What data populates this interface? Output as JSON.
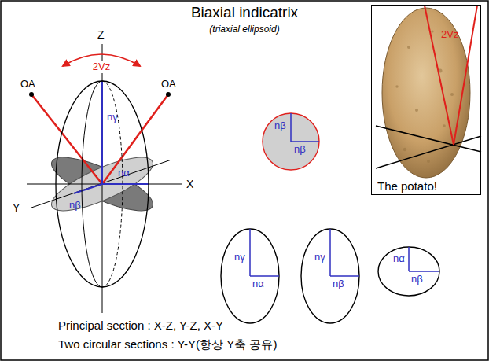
{
  "diagram": {
    "title": "Biaxial indicatrix",
    "nodes": [
      {
        "text": [
          "nγ",
          "nα",
          "nβ"
        ]
      },
      {
        "text": [
          "nβ",
          "nβ"
        ]
      },
      {
        "text": [
          "2Vz",
          "The potato!"
        ]
      },
      {
        "text": [
          "nγ",
          "nα"
        ]
      },
      {
        "text": [
          "nγ",
          "nβ"
        ]
      },
      {
        "text": [
          "nα",
          "nβ"
        ]
      }
    ],
    "labels": [
      "(triaxial ellipsoid)",
      "Z",
      "OA",
      "OA",
      "2Vz",
      "X",
      "Y",
      "Principal section : X-Z, Y-Z, X-Y",
      "Two circular sections : Y-Y(항상 Y축 공유)"
    ]
  }
}
